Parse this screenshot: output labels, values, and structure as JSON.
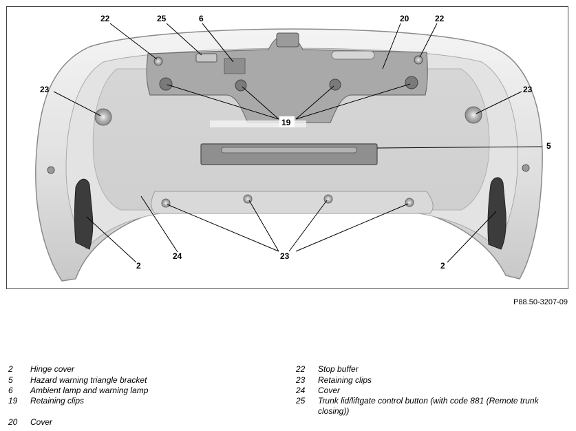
{
  "figure": {
    "reference": "P88.50-3207-09",
    "callouts": {
      "c22a": "22",
      "c25": "25",
      "c6": "6",
      "c20": "20",
      "c22b": "22",
      "c23a": "23",
      "c23b": "23",
      "c19": "19",
      "c5": "5",
      "c2a": "2",
      "c24": "24",
      "c23c": "23",
      "c2b": "2"
    }
  },
  "legend": {
    "left": [
      {
        "num": "2",
        "text": "Hinge cover"
      },
      {
        "num": "5",
        "text": "Hazard warning triangle bracket"
      },
      {
        "num": "6",
        "text": "Ambient lamp and warning lamp"
      },
      {
        "num": "19",
        "text": "Retaining clips"
      },
      {
        "num": "20",
        "text": "Cover"
      }
    ],
    "right": [
      {
        "num": "22",
        "text": "Stop buffer"
      },
      {
        "num": "23",
        "text": "Retaining clips"
      },
      {
        "num": "24",
        "text": "Cover"
      },
      {
        "num": "25",
        "text": "Trunk lid/liftgate control button (with code 881 (Remote trunk closing))"
      }
    ]
  }
}
